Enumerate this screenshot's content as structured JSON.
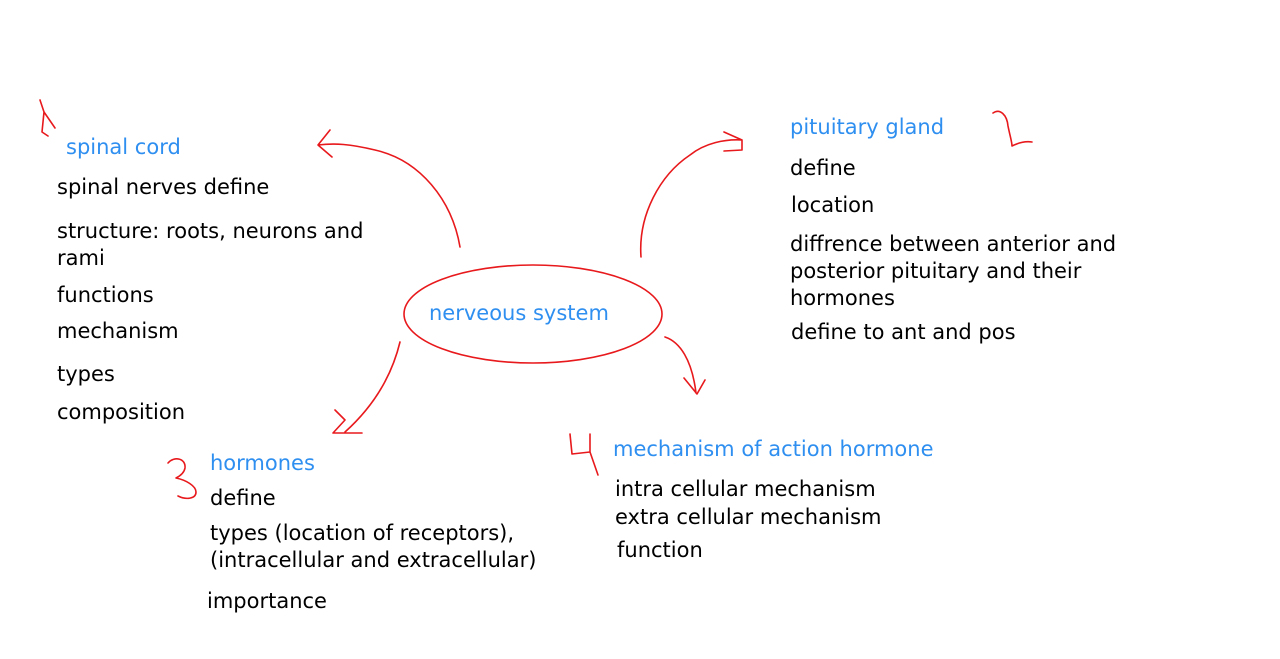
{
  "center": {
    "label": "nerveous system"
  },
  "spinal_cord": {
    "title": "spinal cord",
    "items": [
      "spinal nerves   define",
      "structure: roots, neurons and",
      "rami",
      "functions",
      "mechanism",
      "types",
      "composition"
    ]
  },
  "pituitary": {
    "title": "pituitary gland",
    "items": [
      "define",
      "location",
      "diffrence between anterior and",
      "posterior pituitary and their",
      "hormones",
      "define to ant and pos"
    ]
  },
  "hormones": {
    "title": "hormones",
    "items": [
      "define",
      "types (location of receptors),",
      "(intracellular and extracellular)",
      "importance"
    ]
  },
  "mechanism": {
    "title": "mechanism of action hormone",
    "items": [
      "intra cellular mechanism",
      "extra cellular mechanism",
      "function"
    ]
  },
  "colors": {
    "heading": "#2f8ff0",
    "ink": "#e8191c",
    "text": "#000000"
  },
  "handwritten_numbers": [
    "1",
    "2",
    "3",
    "4"
  ]
}
